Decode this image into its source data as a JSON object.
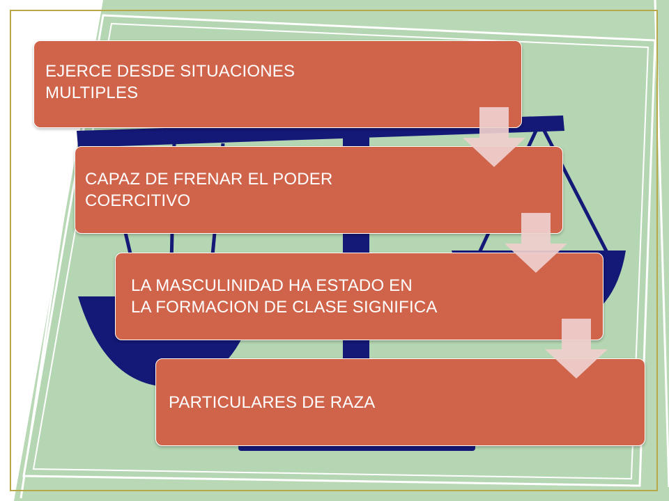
{
  "steps": [
    "EJERCE DESDE SITUACIONES\nMULTIPLES",
    "CAPAZ DE FRENAR EL PODER\nCOERCITIVO",
    "LA MASCULINIDAD HA ESTADO EN\nLA FORMACION DE CLASE SIGNIFICA",
    "PARTICULARES DE RAZA"
  ],
  "colors": {
    "step_fill": "#d0644b",
    "step_text": "#ffffff",
    "arrow_fill": "#eecfcd",
    "scale_navy": "#141877",
    "green_panel": "#b4d6b2",
    "frame_olive": "#b8a84a"
  },
  "icons": [
    "scales-of-justice-icon",
    "down-arrow-icon"
  ]
}
